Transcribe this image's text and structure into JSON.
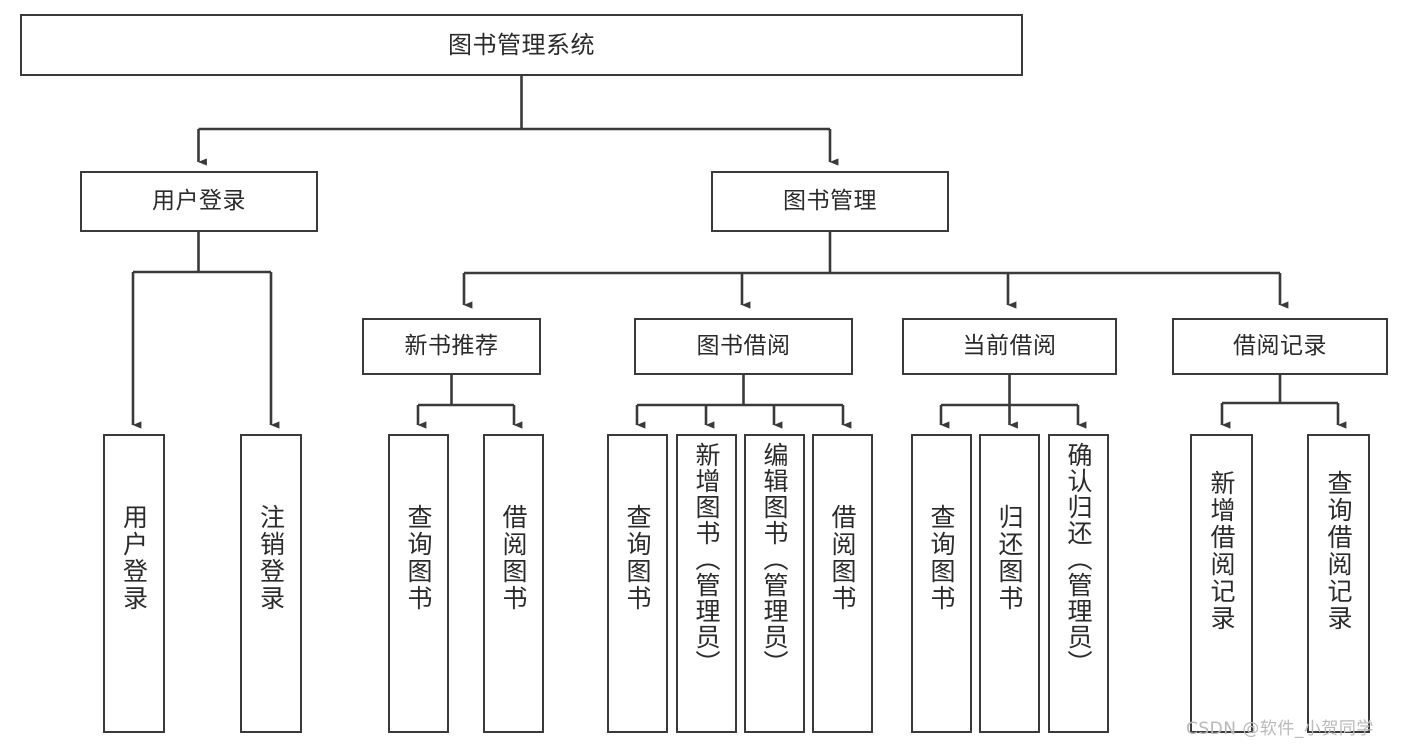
{
  "diagram": {
    "type": "tree-hierarchy",
    "title": "图书管理系统",
    "orientation": "top-down",
    "colors": {
      "box_border": "#3a3a3a",
      "box_fill": "#ffffff",
      "connector": "#3a3a3a",
      "text": "#2b2b2b",
      "watermark": "#b9b9b9",
      "background": "#ffffff"
    },
    "watermark": "CSDN @软件_小贺同学",
    "nodes": {
      "root": {
        "label": "图书管理系统",
        "level": 0
      },
      "level1": [
        {
          "id": "user-login",
          "label": "用户登录"
        },
        {
          "id": "book-manage",
          "label": "图书管理"
        }
      ],
      "level2": [
        {
          "id": "new-book-recommend",
          "label": "新书推荐",
          "parent": "book-manage"
        },
        {
          "id": "book-borrow",
          "label": "图书借阅",
          "parent": "book-manage"
        },
        {
          "id": "current-borrow",
          "label": "当前借阅",
          "parent": "book-manage"
        },
        {
          "id": "borrow-record",
          "label": "借阅记录",
          "parent": "book-manage"
        }
      ],
      "leaves": [
        {
          "id": "leaf-user-login",
          "label": "用户登录",
          "parent": "user-login"
        },
        {
          "id": "leaf-logout-login",
          "label": "注销登录",
          "parent": "user-login"
        },
        {
          "id": "leaf-query-book-1",
          "label": "查询图书",
          "parent": "new-book-recommend"
        },
        {
          "id": "leaf-borrow-book-1",
          "label": "借阅图书",
          "parent": "new-book-recommend"
        },
        {
          "id": "leaf-query-book-2",
          "label": "查询图书",
          "parent": "book-borrow"
        },
        {
          "id": "leaf-add-book",
          "label": "新增图书（管理员）",
          "parent": "book-borrow"
        },
        {
          "id": "leaf-edit-book",
          "label": "编辑图书（管理员）",
          "parent": "book-borrow"
        },
        {
          "id": "leaf-borrow-book-2",
          "label": "借阅图书",
          "parent": "book-borrow"
        },
        {
          "id": "leaf-query-book-3",
          "label": "查询图书",
          "parent": "current-borrow"
        },
        {
          "id": "leaf-return-book",
          "label": "归还图书",
          "parent": "current-borrow"
        },
        {
          "id": "leaf-confirm-return",
          "label": "确认归还（管理员）",
          "parent": "current-borrow"
        },
        {
          "id": "leaf-add-record",
          "label": "新增借阅记录",
          "parent": "borrow-record"
        },
        {
          "id": "leaf-query-record",
          "label": "查询借阅记录",
          "parent": "borrow-record"
        }
      ]
    }
  }
}
